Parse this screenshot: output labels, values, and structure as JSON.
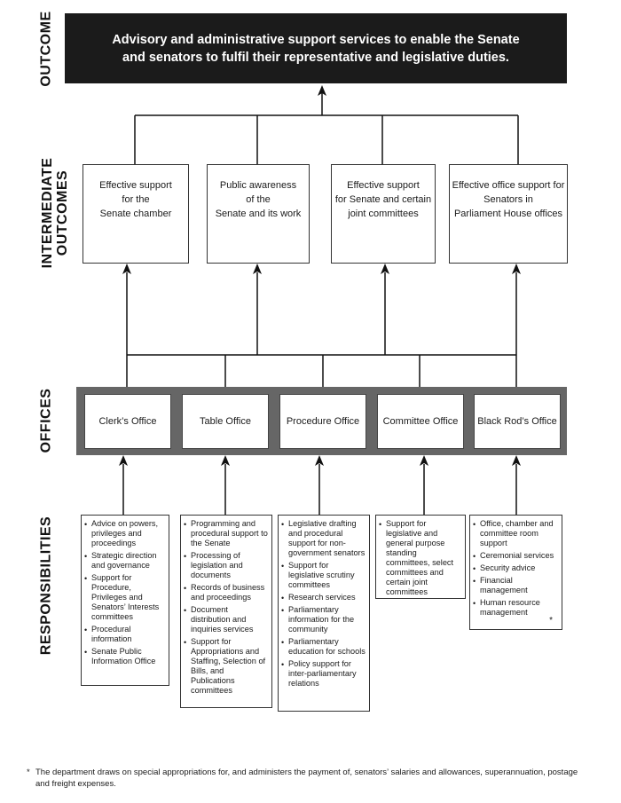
{
  "side_labels": {
    "outcome": "OUTCOME",
    "intermediate_line1": "INTERMEDIATE",
    "intermediate_line2": "OUTCOMES",
    "offices": "OFFICES",
    "responsibilities": "RESPONSIBILITIES"
  },
  "outcome": {
    "text": "Advisory and administrative support services to enable the Senate and senators to fulfil their representative and legislative duties."
  },
  "intermediate_outcomes": [
    "Effective support\nfor the\nSenate chamber",
    "Public awareness\nof the\nSenate and its work",
    "Effective support\nfor Senate and certain\njoint committees",
    "Effective office support  for\nSenators  in\nParliament House offices"
  ],
  "offices": [
    "Clerk’s Office",
    "Table Office",
    "Procedure Office",
    "Committee Office",
    "Black Rod’s Office"
  ],
  "responsibilities": [
    [
      "Advice on powers, privileges and proceedings",
      "Strategic direction and governance",
      "Support for Procedure, Privileges and Senators’ Interests committees",
      "Procedural information",
      "Senate Public Information Office"
    ],
    [
      "Programming and procedural support to the Senate",
      "Processing of legislation and documents",
      "Records of business and proceedings",
      "Document distribution and inquiries services",
      "Support for Appropriations and Staffing, Selection of Bills, and Publications committees"
    ],
    [
      "Legislative drafting and procedural support for non-government senators",
      "Support for legislative scrutiny committees",
      "Research services",
      "Parliamentary information for the community",
      "Parliamentary education for schools",
      "Policy support for inter-parliamentary relations"
    ],
    [
      "Support for legislative and general purpose standing committees, select committees and certain joint committees"
    ],
    [
      "Office, chamber and committee room support",
      "Ceremonial services",
      "Security advice",
      "Financial management",
      "Human resource management"
    ]
  ],
  "black_rod_asterisk": "*",
  "footnote": {
    "mark": "*",
    "text": "The department draws on special appropriations for, and administers the payment of, senators’ salaries and allowances, superannuation, postage and freight expenses."
  },
  "colors": {
    "outcome_bg": "#1b1b1b",
    "offices_band": "#666666",
    "line": "#111111"
  }
}
